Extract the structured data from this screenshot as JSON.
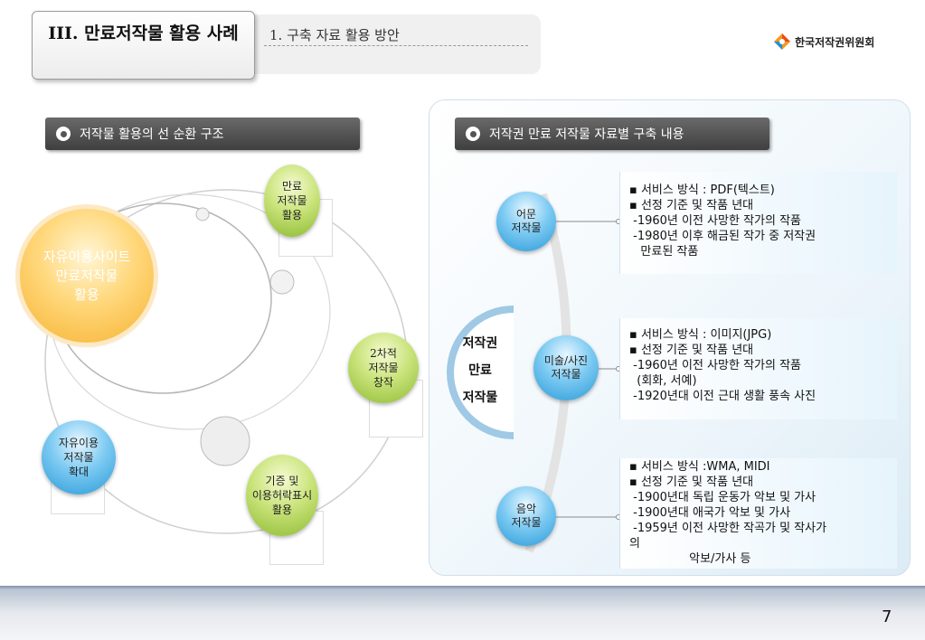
{
  "header": {
    "section_title": "III. 만료저작물 활용 사례",
    "subtitle": "1. 구축 자료 활용 방안",
    "logo_text": "한국저작권위원회",
    "logo_colors": [
      "#e84c1c",
      "#f39a1e",
      "#2a8fd0"
    ]
  },
  "left_section": {
    "heading": "저작물 활용의 선 순환 구조",
    "main_node": "자유이용사이트\n만료저작물\n활용",
    "nodes": [
      {
        "label": "만료\n저작물\n활용"
      },
      {
        "label": "2차적\n저작물\n창작"
      },
      {
        "label": "기증 및\n이용허락표시\n활용"
      },
      {
        "label": "자유이용\n저작물\n확대"
      }
    ]
  },
  "right_section": {
    "heading": "저작권 만료 저작물 자료별 구축 내용",
    "center_label": [
      "저작권",
      "만료",
      "저작물"
    ],
    "categories": [
      {
        "label": "어문\n저작물",
        "lines": [
          "▪ 서비스 방식 : PDF(텍스트)",
          "▪ 선정 기준 및 작품 년대",
          " -1960년 이전 사망한 작가의 작품",
          " -1980년 이후 해금된 작가 중 저작권",
          "   만료된 작품"
        ]
      },
      {
        "label": "미술/사진\n저작물",
        "lines": [
          "▪ 서비스 방식 : 이미지(JPG)",
          "▪ 선정 기준 및 작품 년대",
          " -1960년 이전 사망한 작가의 작품",
          "  (회화, 서예)",
          " -1920년대 이전 근대 생활 풍속 사진"
        ]
      },
      {
        "label": "음악\n저작물",
        "lines": [
          "▪ 서비스 방식 :WMA, MIDI",
          "▪ 선정 기준 및 작품 년대",
          " -1900년대 독립 운동가 악보 및 가사",
          " -1900년대 애국가 악보 및 가사",
          " -1959년 이전 사망한 작곡가 및 작사가",
          "의",
          "                악보/가사 등"
        ]
      }
    ]
  },
  "footer": {
    "page_number": "7"
  }
}
